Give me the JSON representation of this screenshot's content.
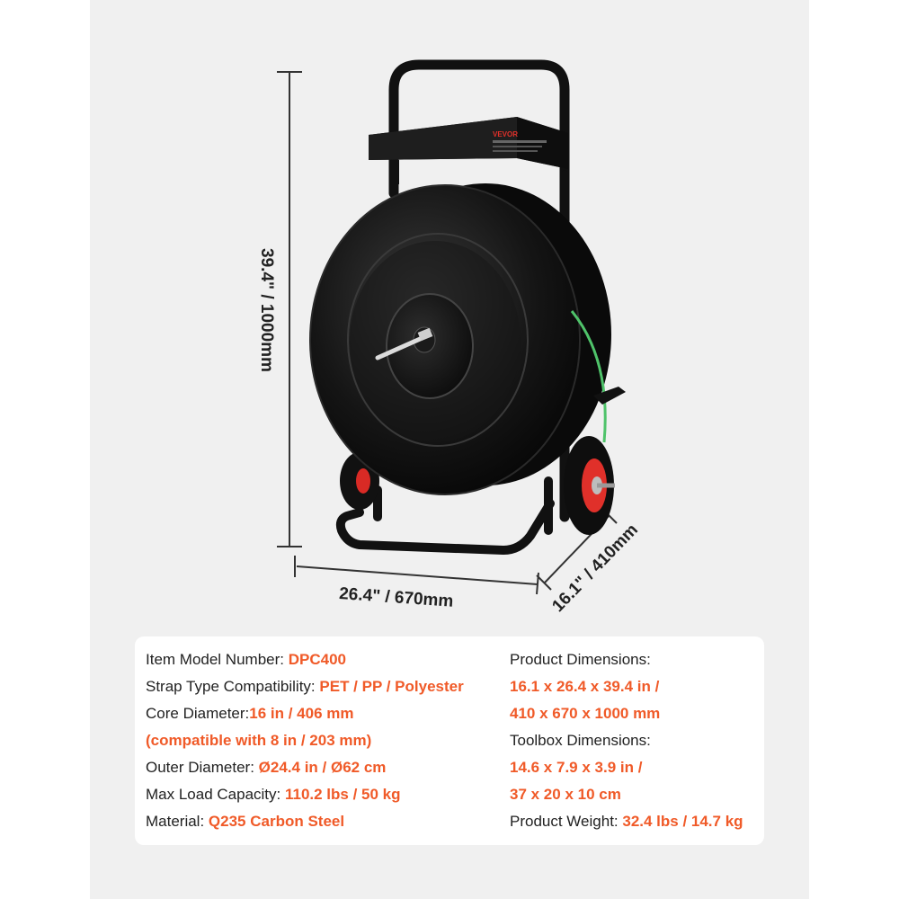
{
  "dimensions": {
    "height": "39.4\" / 1000mm",
    "width": "26.4\" / 670mm",
    "depth": "16.1\" / 410mm"
  },
  "product": {
    "brand_label": "VEVOR"
  },
  "colors": {
    "accent": "#f05a28",
    "panel_bg": "#f0f0f0",
    "strap_green": "#4fc36a",
    "wheel_red": "#e0302a"
  },
  "specs": {
    "left": [
      {
        "label": "Item Model Number: ",
        "value": "DPC400"
      },
      {
        "label": "Strap Type Compatibility: ",
        "value": "PET / PP / Polyester"
      },
      {
        "label": "Core Diameter:",
        "value": "16 in / 406 mm"
      },
      {
        "label": "",
        "value": "(compatible with 8 in / 203 mm)"
      },
      {
        "label": "Outer Diameter: ",
        "value": "Ø24.4 in / Ø62 cm"
      },
      {
        "label": "Max Load Capacity: ",
        "value": "110.2 lbs / 50 kg"
      },
      {
        "label": "Material: ",
        "value": "Q235 Carbon Steel"
      }
    ],
    "right": [
      {
        "label": "Product Dimensions:",
        "value": ""
      },
      {
        "label": "",
        "value": "16.1 x 26.4 x 39.4 in /"
      },
      {
        "label": "",
        "value": "410 x 670 x 1000 mm"
      },
      {
        "label": "Toolbox Dimensions:",
        "value": ""
      },
      {
        "label": "",
        "value": "14.6 x 7.9 x 3.9 in /"
      },
      {
        "label": "",
        "value": "37 x 20 x 10 cm"
      },
      {
        "label": "Product Weight: ",
        "value": "32.4 lbs / 14.7 kg"
      }
    ]
  }
}
